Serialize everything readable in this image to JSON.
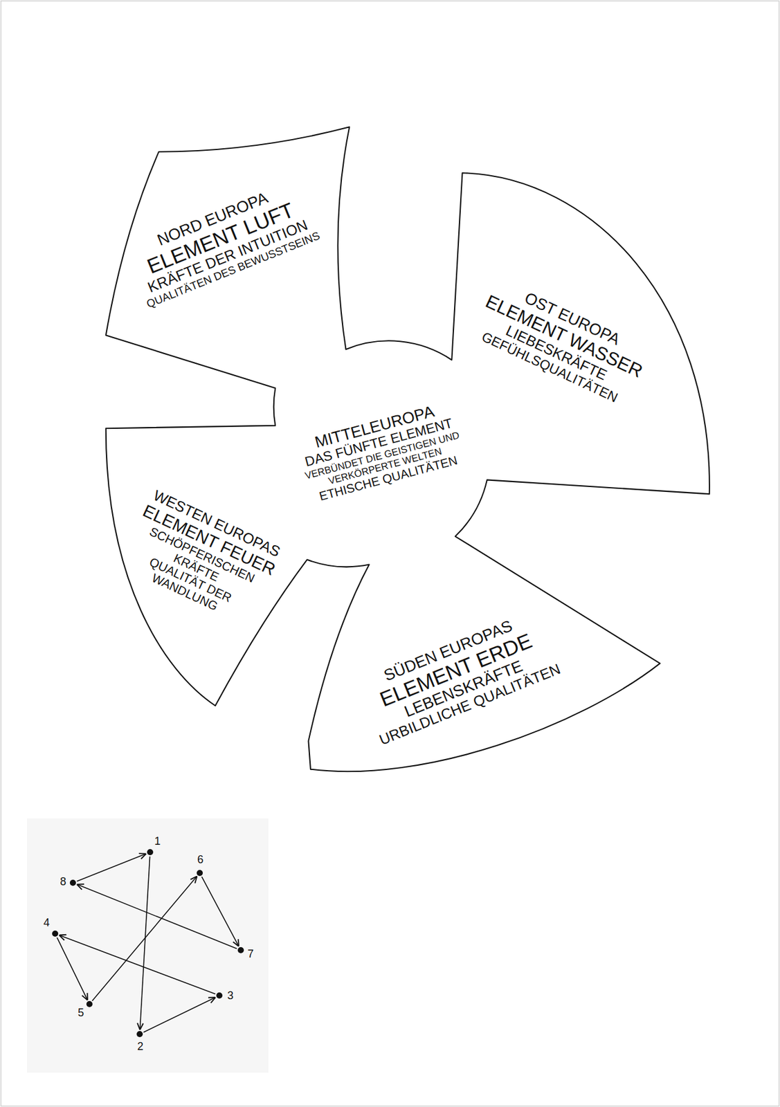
{
  "diagram": {
    "nodes": [
      {
        "text": [
          "NORD EUROPA",
          "ELEMENT LUFT",
          "KRÄFTE DER INTUITION",
          "QUALITÄTEN DES BEWUSSTSEINS"
        ]
      },
      {
        "text": [
          "OST EUROPA",
          "ELEMENT WASSER",
          "LIEBESKRÄFTE",
          "GEFÜHLSQUALITÄTEN"
        ]
      },
      {
        "text": [
          "MITTELEUROPA",
          "DAS FÜNFTE ELEMENT",
          "VERBÜNDET DIE GEISTIGEN UND VERKÖRPERTE WELTEN",
          "ETHISCHE QUALITÄTEN"
        ]
      },
      {
        "text": [
          "WESTEN EUROPAS",
          "ELEMENT FEUER",
          "SCHÖPFERISCHEN KRÄFTE",
          "QUALITÄT DER WANDLUNG"
        ]
      },
      {
        "text": [
          "SÜDEN EUROPAS",
          "ELEMENT ERDE",
          "LEBENSKRÄFTE",
          "URBILDLICHE QUALITÄTEN"
        ]
      },
      {
        "text": [
          "1"
        ]
      },
      {
        "text": [
          "2"
        ]
      },
      {
        "text": [
          "3"
        ]
      },
      {
        "text": [
          "4"
        ]
      },
      {
        "text": [
          "5"
        ]
      },
      {
        "text": [
          "6"
        ]
      },
      {
        "text": [
          "7"
        ]
      },
      {
        "text": [
          "8"
        ]
      }
    ],
    "edges": [
      {
        "from": 5,
        "to": 6,
        "arrow": "to"
      },
      {
        "from": 6,
        "to": 7,
        "arrow": "to"
      },
      {
        "from": 7,
        "to": 8,
        "arrow": "to"
      },
      {
        "from": 8,
        "to": 9,
        "arrow": "to"
      },
      {
        "from": 9,
        "to": 10,
        "arrow": "to"
      },
      {
        "from": 10,
        "to": 11,
        "arrow": "to"
      },
      {
        "from": 11,
        "to": 12,
        "arrow": "to"
      },
      {
        "from": 12,
        "to": 5,
        "arrow": "to"
      }
    ]
  }
}
